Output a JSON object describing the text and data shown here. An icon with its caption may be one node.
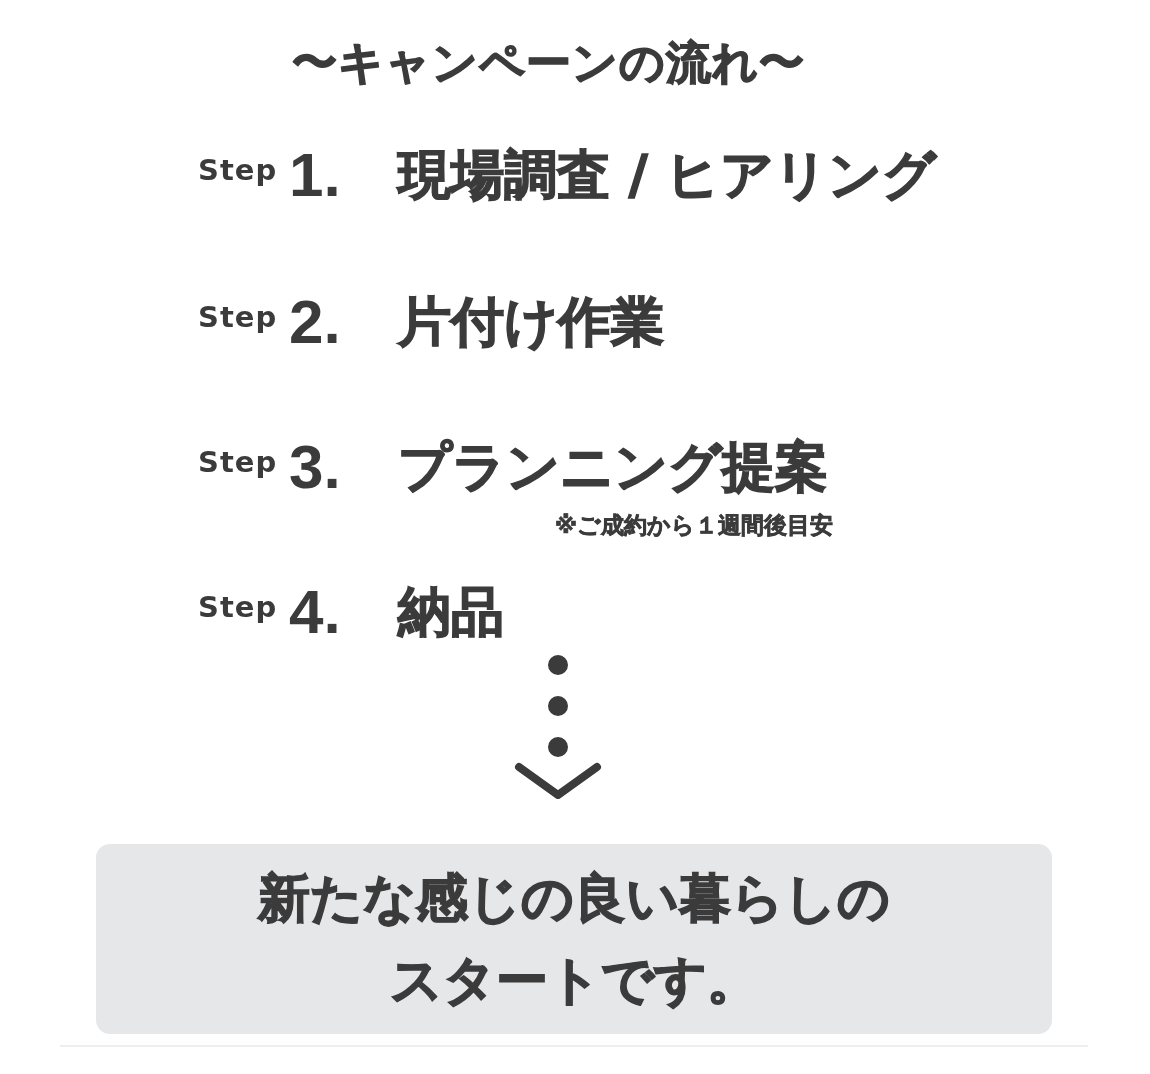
{
  "diagram": {
    "title": "〜キャンペーンの流れ〜",
    "nodes": [
      {
        "text": [
          "Step",
          "1.",
          "現場調査 / ヒアリング"
        ]
      },
      {
        "text": [
          "Step",
          "2.",
          "片付け作業"
        ]
      },
      {
        "text": [
          "Step",
          "3.",
          "プランニング提案"
        ],
        "beside": [
          "※ご成約から１週間後目安"
        ]
      },
      {
        "text": [
          "Step",
          "4.",
          "納品"
        ]
      },
      {
        "text": [
          "新たな感じの良い暮らしのスタートです。"
        ]
      }
    ],
    "edges": [
      {
        "from": 3,
        "to": 4,
        "arrow": "to",
        "style": "dashed"
      }
    ]
  }
}
